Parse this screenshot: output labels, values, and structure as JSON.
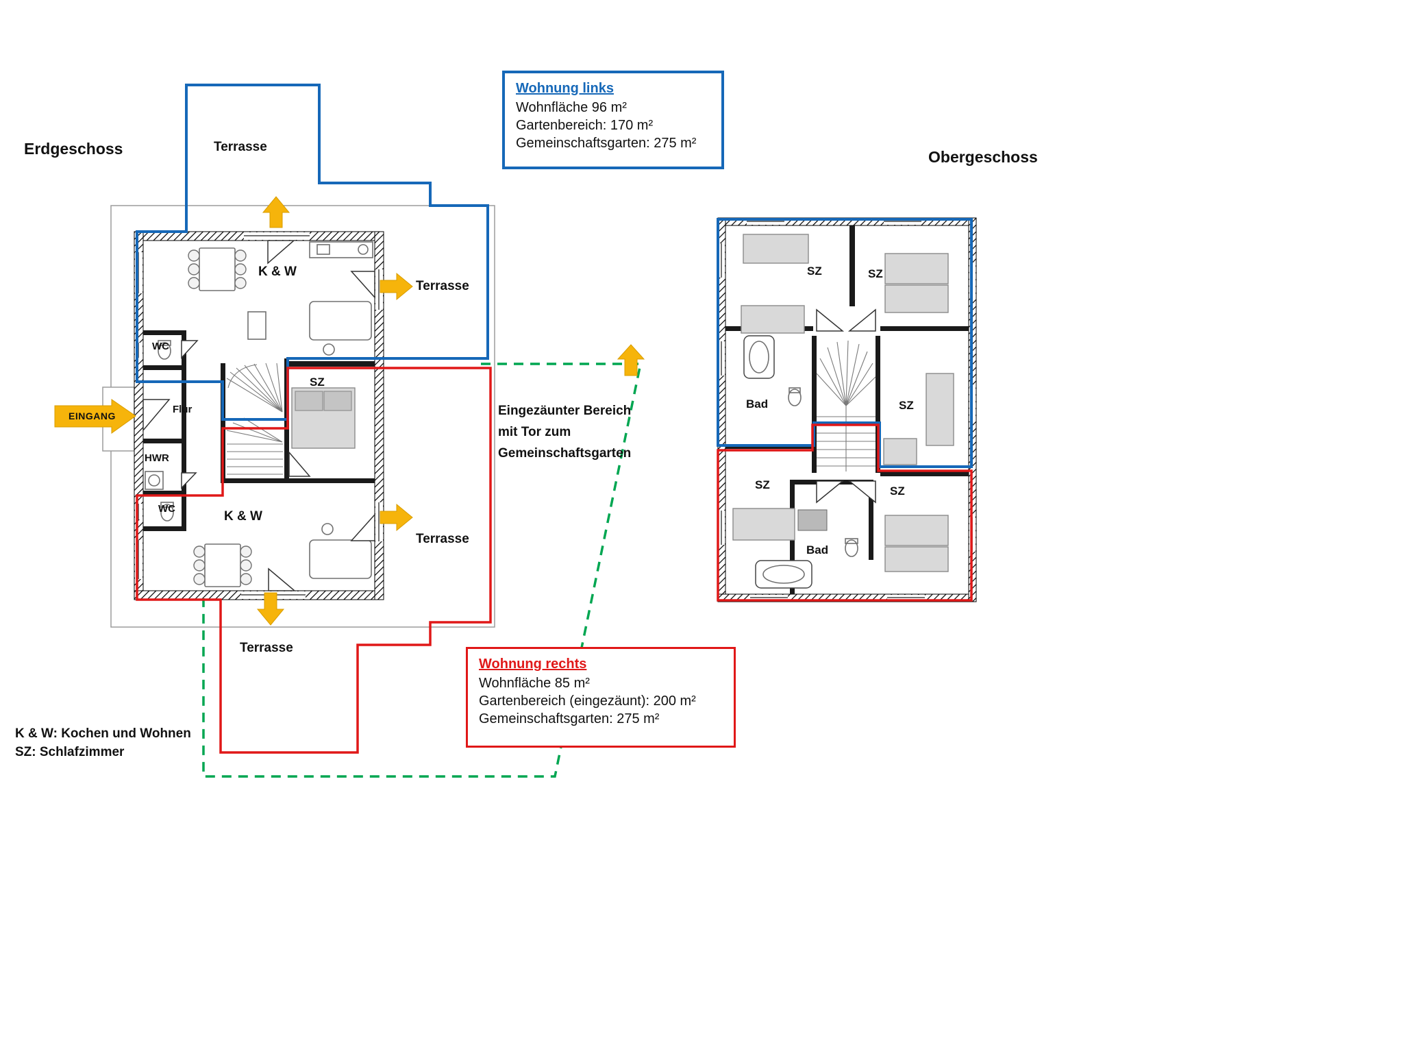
{
  "floor_titles": {
    "ground": "Erdgeschoss",
    "upper": "Obergeschoss"
  },
  "info_box_left": {
    "title": "Wohnung links",
    "lines": [
      "Wohnfläche 96 m²",
      "Gartenbereich: 170 m²",
      "Gemeinschaftsgarten: 275 m²"
    ]
  },
  "info_box_right": {
    "title": "Wohnung rechts",
    "lines": [
      "Wohnfläche 85 m²",
      "Gartenbereich (eingezäunt): 200 m²",
      "Gemeinschaftsgarten: 275 m²"
    ]
  },
  "ground_labels": {
    "terrasse_top": "Terrasse",
    "kw_upper": "K & W",
    "terrasse_right_upper": "Terrasse",
    "wc_upper": "WC",
    "sz": "SZ",
    "flur": "Flur",
    "eingang": "EINGANG",
    "hwr": "HWR",
    "wc_lower": "WC",
    "kw_lower": "K & W",
    "terrasse_right_lower": "Terrasse",
    "terrasse_bottom": "Terrasse"
  },
  "upper_labels": {
    "sz_top_left": "SZ",
    "sz_top_right": "SZ",
    "bad_top": "Bad",
    "sz_mid_right": "SZ",
    "sz_bottom_left": "SZ",
    "sz_bottom_right": "SZ",
    "bad_bottom": "Bad"
  },
  "fence_note": {
    "line1": "Eingezäunter Bereich",
    "line2": "mit Tor zum",
    "line3": "Gemeinschaftsgarten"
  },
  "legend": {
    "line1": "K & W: Kochen und Wohnen",
    "line2": "SZ: Schlafzimmer"
  },
  "colors": {
    "apartment_left_outline": "#1668b8",
    "apartment_right_outline": "#e01818",
    "fence_dashed": "#00a651",
    "arrow_yellow": "#f6b40b"
  }
}
